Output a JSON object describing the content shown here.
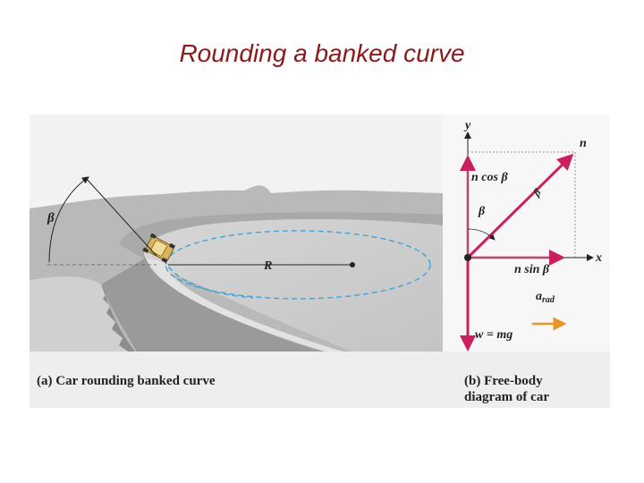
{
  "title": "Rounding a banked curve",
  "panel_a": {
    "caption": "(a) Car rounding banked curve",
    "angle_label": "β",
    "radius_label": "R"
  },
  "panel_b": {
    "caption_line1": "(b) Free-body",
    "caption_line2": "diagram of car",
    "y_axis_label": "y",
    "x_axis_label": "x",
    "normal_label": "n",
    "n_cos_label": "n cos β",
    "n_sin_label": "n sin β",
    "beta_label": "β",
    "beta_on_n_label": "β",
    "weight_label": "w = mg",
    "arad_label": "a",
    "arad_sub": "rad"
  },
  "colors": {
    "force_arrow": "#cc1f5f",
    "accel_arrow": "#e8962a",
    "title": "#8b1a1a",
    "orbit_dashes": "#3aa0d8"
  }
}
